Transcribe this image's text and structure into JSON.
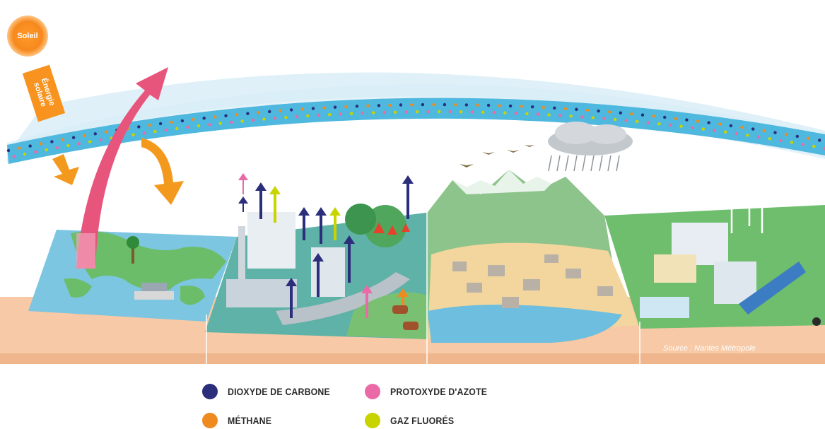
{
  "labels": {
    "sun": "Soleil",
    "solar_energy_line1": "Énergie",
    "solar_energy_line2": "solaire",
    "source": "Source : Nantes Métropole"
  },
  "legend": [
    {
      "label": "DIOXYDE DE CARBONE",
      "color": "#2b2e7a"
    },
    {
      "label": "PROTOXYDE D'AZOTE",
      "color": "#ea6aa8"
    },
    {
      "label": "MÉTHANE",
      "color": "#ef8a1f"
    },
    {
      "label": "GAZ FLUORÉS",
      "color": "#c8d400"
    }
  ],
  "colors": {
    "atmosphere_band": "#4fb8de",
    "sky_arc": "#e6f4fa",
    "ground": "#f7c9a6",
    "sea": "#7cc6e2",
    "reflected_arrow": "#e8557c",
    "incoming_arrow": "#f39a1e"
  }
}
